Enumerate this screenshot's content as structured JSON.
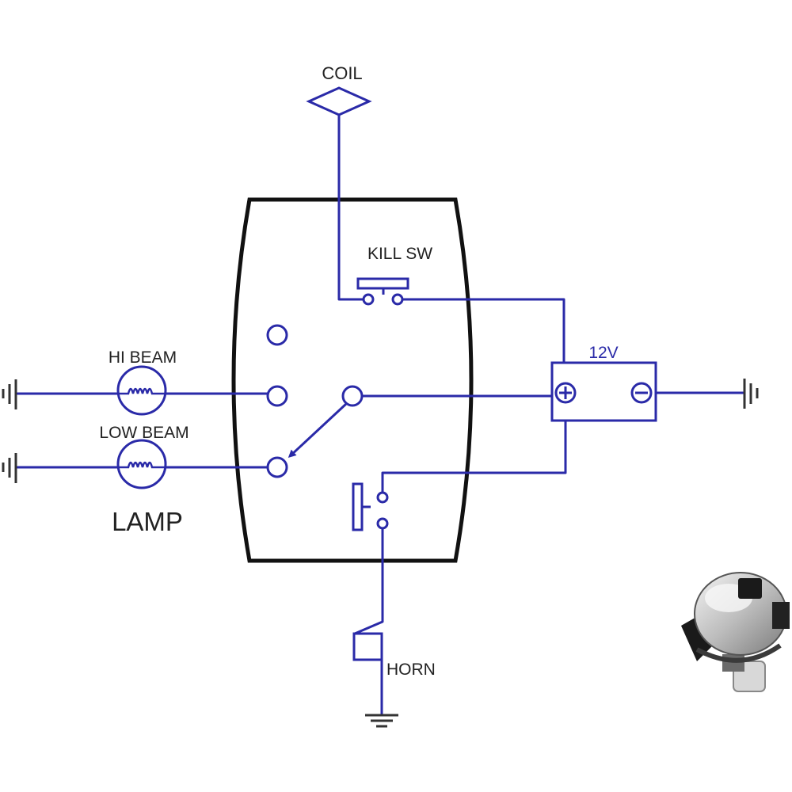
{
  "colors": {
    "wire": "#2a2aa8",
    "housing": "#111111",
    "text": "#222222",
    "ground": "#333333"
  },
  "labels": {
    "coil": "COIL",
    "kill_sw": "KILL SW",
    "hi_beam": "HI BEAM",
    "low_beam": "LOW BEAM",
    "lamp": "LAMP",
    "battery": "12V",
    "horn": "HORN"
  },
  "icons": {
    "coil_terminal": "diamond-icon",
    "battery_positive": "plus-circle-icon",
    "battery_negative": "minus-circle-icon",
    "ground": "ground-icon",
    "lamp": "bulb-icon",
    "product_photo": "handlebar-switch-icon"
  }
}
